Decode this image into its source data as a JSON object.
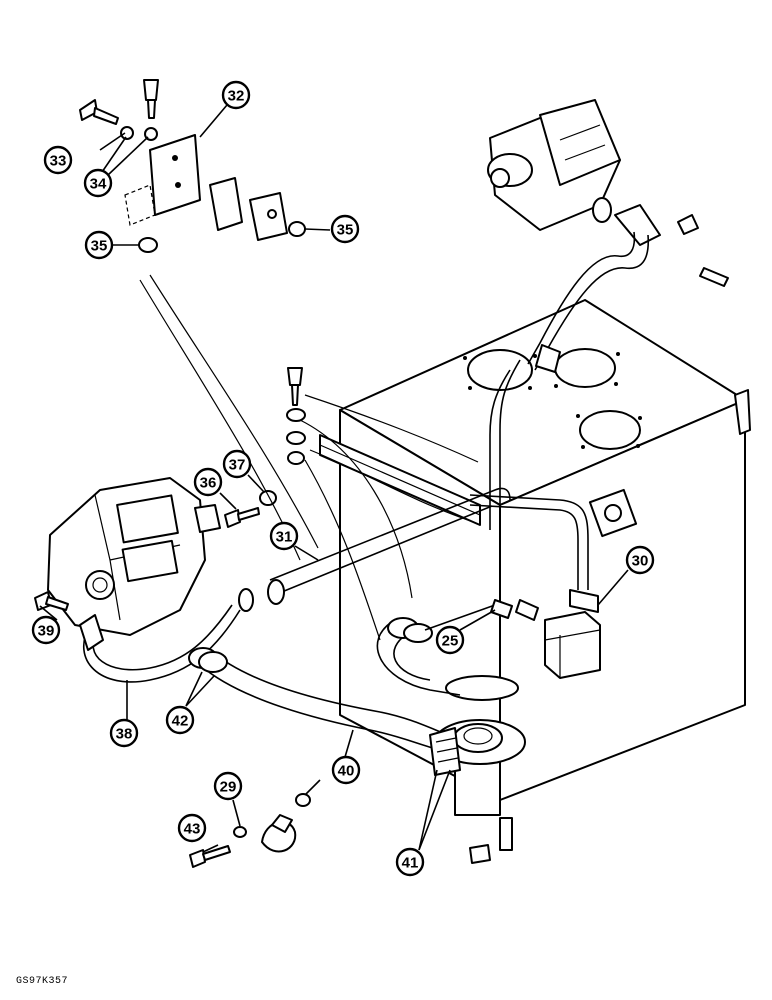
{
  "drawing_code": "GS97K357",
  "callouts": {
    "c25": "25",
    "c29": "29",
    "c30": "30",
    "c31": "31",
    "c32": "32",
    "c33": "33",
    "c34": "34",
    "c35a": "35",
    "c35b": "35",
    "c36": "36",
    "c37": "37",
    "c38": "38",
    "c39": "39",
    "c40": "40",
    "c41": "41",
    "c42": "42",
    "c43": "43"
  }
}
